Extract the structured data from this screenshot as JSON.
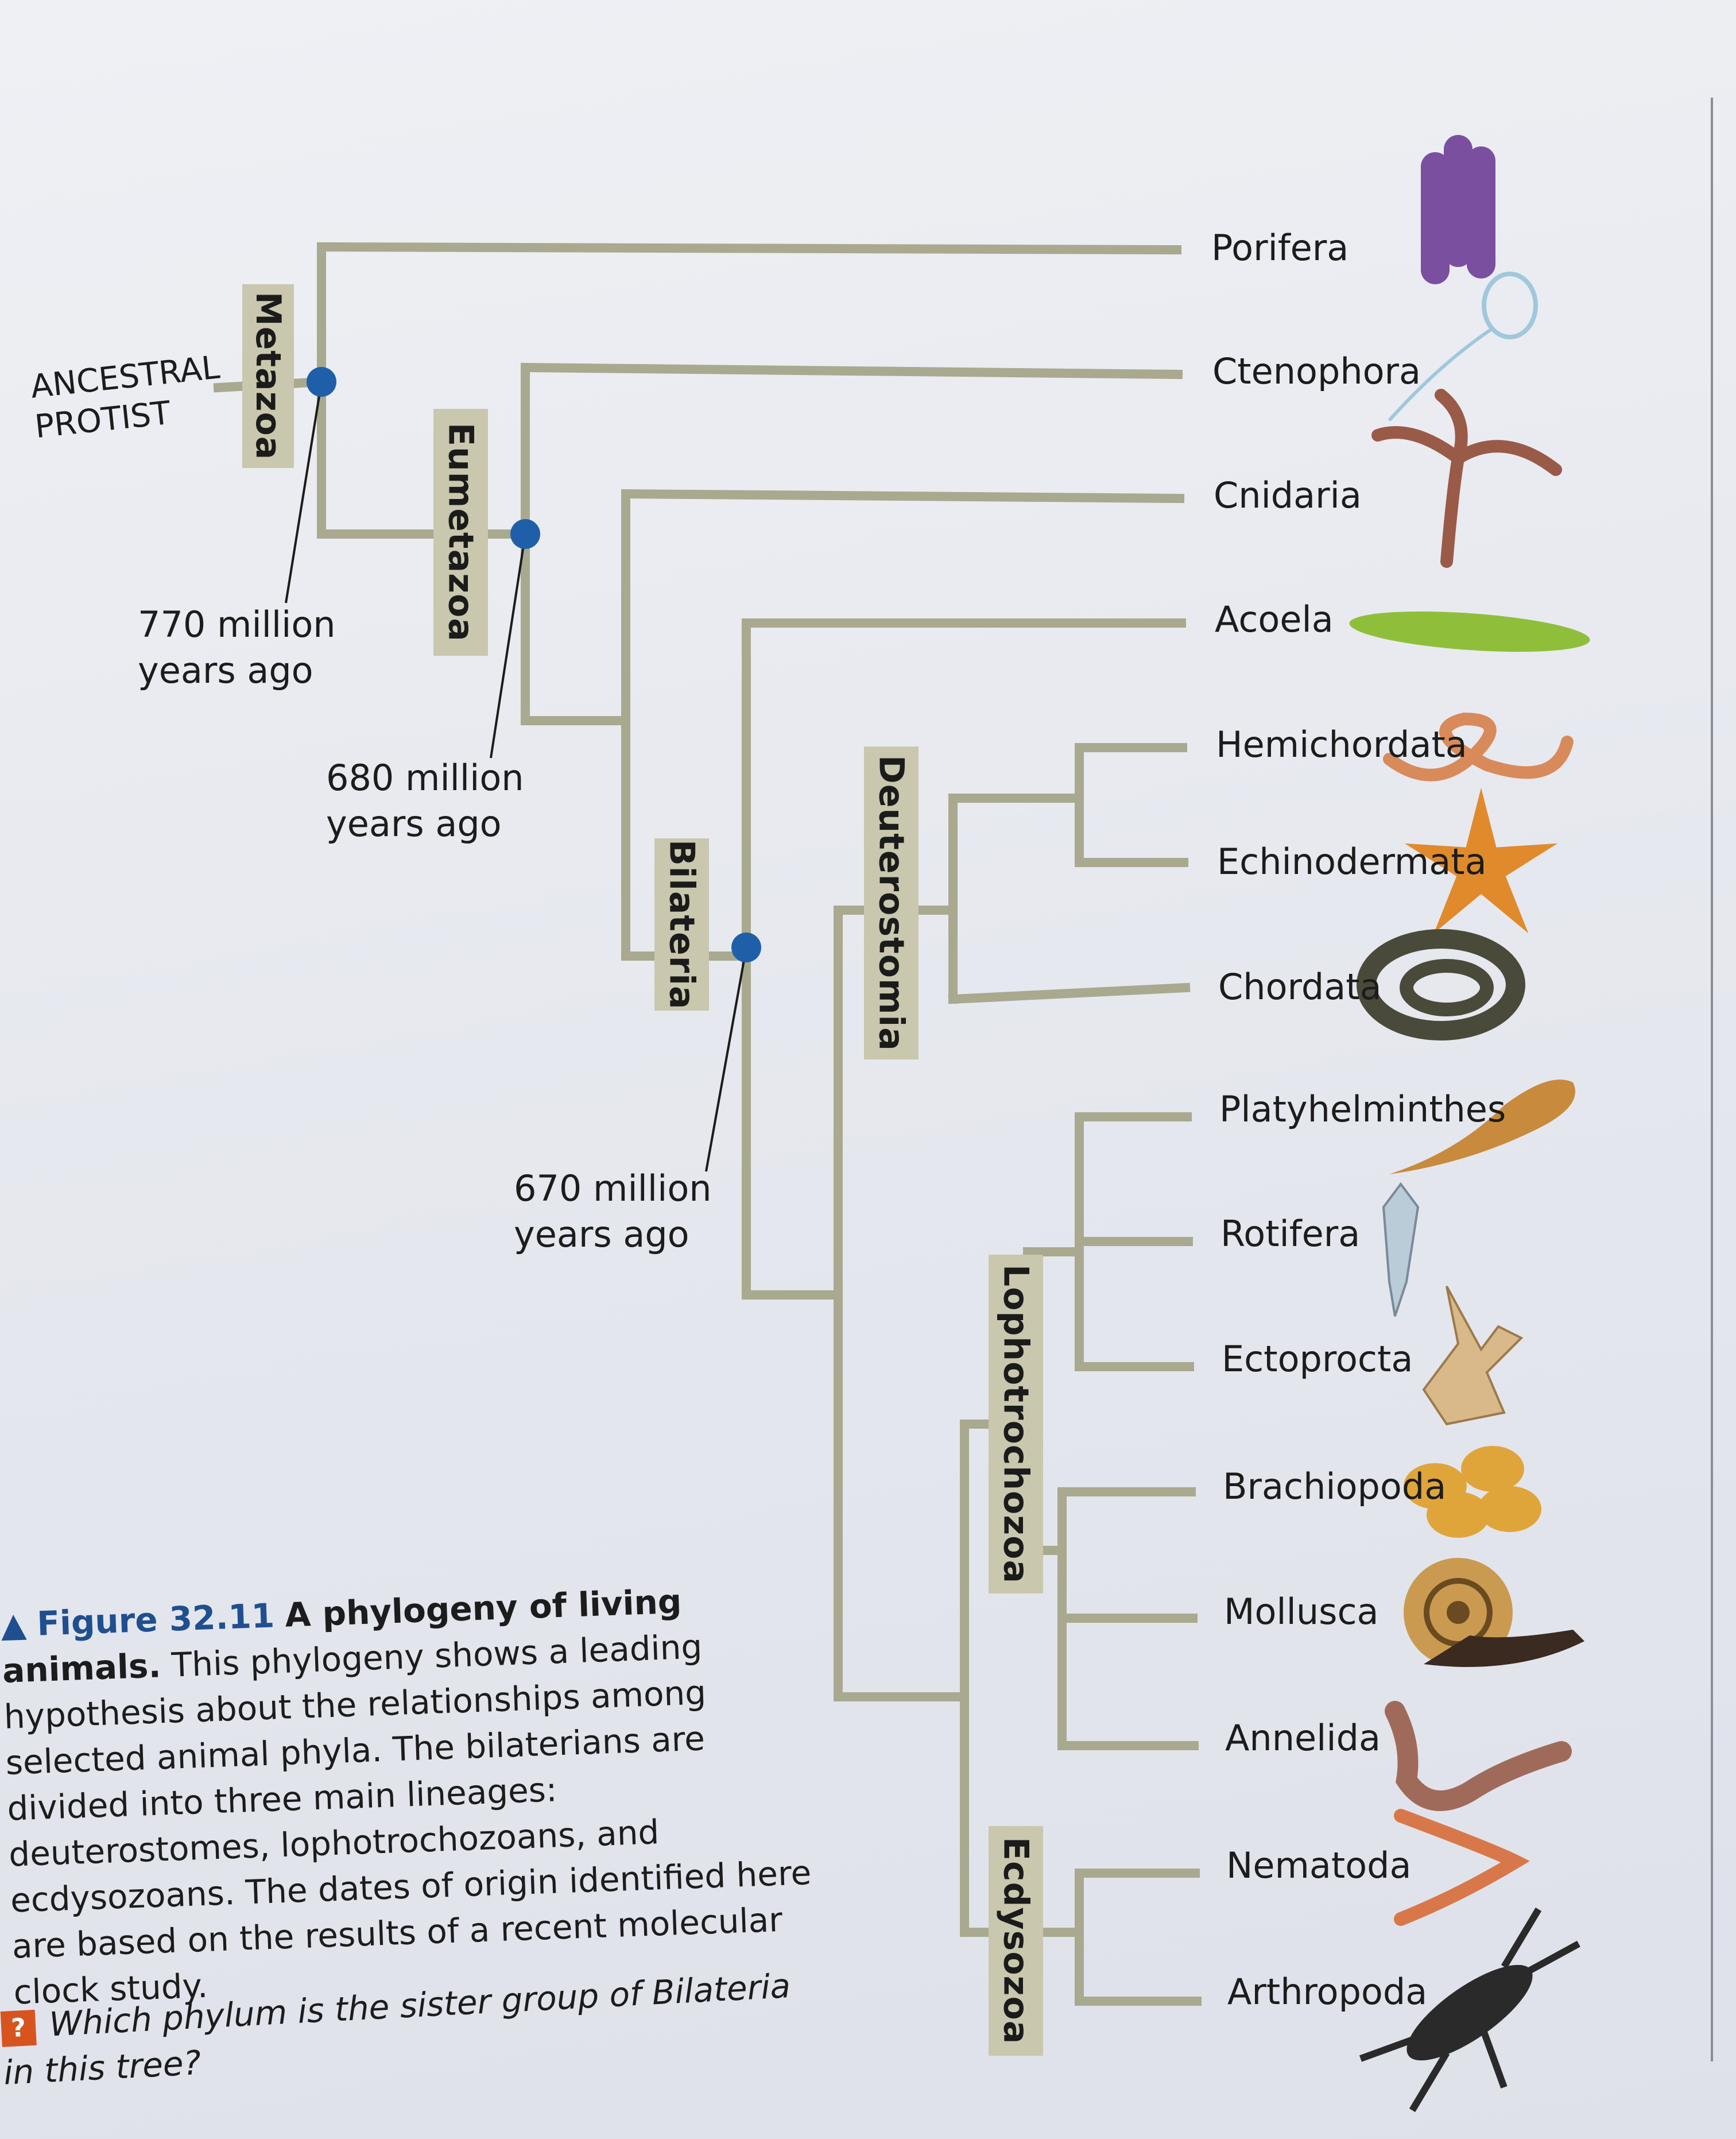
{
  "ancestor": {
    "line1": "ANCESTRAL",
    "line2": "PROTIST"
  },
  "clades": {
    "metazoa": "Metazoa",
    "eumetazoa": "Eumetazoa",
    "bilateria": "Bilateria",
    "deuterostomia": "Deuterostomia",
    "lophotrochozoa": "Lophotrochozoa",
    "ecdysozoa": "Ecdysozoa"
  },
  "dates": {
    "d770": {
      "line1": "770 million",
      "line2": "years ago"
    },
    "d680": {
      "line1": "680 million",
      "line2": "years ago"
    },
    "d670": {
      "line1": "670 million",
      "line2": "years ago"
    }
  },
  "taxa": [
    {
      "name": "Porifera",
      "icon": "sponge-icon",
      "color": "#7b4fa0"
    },
    {
      "name": "Ctenophora",
      "icon": "comb-jelly-icon",
      "color": "#9fc8dc"
    },
    {
      "name": "Cnidaria",
      "icon": "hydra-icon",
      "color": "#9a5a48"
    },
    {
      "name": "Acoela",
      "icon": "acoel-worm-icon",
      "color": "#8fbf3a"
    },
    {
      "name": "Hemichordata",
      "icon": "acorn-worm-icon",
      "color": "#d88a5a"
    },
    {
      "name": "Echinodermata",
      "icon": "sea-star-icon",
      "color": "#e08a2c"
    },
    {
      "name": "Chordata",
      "icon": "lamprey-icon",
      "color": "#4a4a3a"
    },
    {
      "name": "Platyhelminthes",
      "icon": "flatworm-icon",
      "color": "#c88a3c"
    },
    {
      "name": "Rotifera",
      "icon": "rotifer-icon",
      "color": "#b9ccd8"
    },
    {
      "name": "Ectoprocta",
      "icon": "bryozoan-icon",
      "color": "#d9b989"
    },
    {
      "name": "Brachiopoda",
      "icon": "brachiopod-icon",
      "color": "#e0a53a"
    },
    {
      "name": "Mollusca",
      "icon": "snail-icon",
      "color": "#b07a3a"
    },
    {
      "name": "Annelida",
      "icon": "earthworm-icon",
      "color": "#a06a5a"
    },
    {
      "name": "Nematoda",
      "icon": "roundworm-icon",
      "color": "#d8784a"
    },
    {
      "name": "Arthropoda",
      "icon": "lobster-icon",
      "color": "#2a2a2a"
    }
  ],
  "caption": {
    "figure": "Figure 32.11",
    "title": "A phylogeny of living animals.",
    "body": "This phylogeny shows a leading hypothesis about the relationships among selected animal phyla. The bilaterians are divided into three main lineages: deuterostomes, lophotrochozoans, and ecdysozoans. The dates of origin identified here are based on the results of a recent molecular clock study."
  },
  "question": {
    "badge": "?",
    "text": "Which phylum is the sister group of Bilateria in this tree?"
  },
  "colors": {
    "branch": "#a8a98e",
    "node": "#1f5faa",
    "clade_box": "#c9c7ad",
    "accent": "#1f4f8f"
  }
}
